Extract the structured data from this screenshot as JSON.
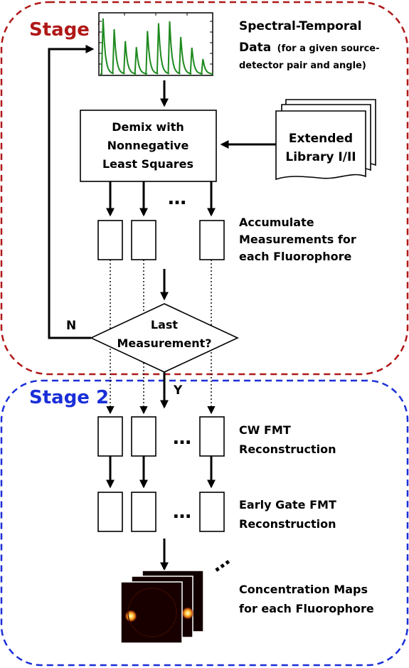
{
  "stage1": {
    "title": "Stage 1",
    "color": "#b01818"
  },
  "stage2": {
    "title": "Stage 2",
    "color": "#1a2fd8"
  },
  "data_label": {
    "line1": "Spectral-Temporal",
    "line2_bold": "Data",
    "line2_rest": "(for a given source-",
    "line3": "detector pair and angle)"
  },
  "demix": {
    "line1": "Demix with",
    "line2": "Nonnegative",
    "line3": "Least Squares"
  },
  "library": {
    "line1": "Extended",
    "line2": "Library I/II"
  },
  "accumulate": {
    "line1": "Accumulate",
    "line2": "Measurements for",
    "line3": "each Fluorophore"
  },
  "decision": {
    "line1": "Last",
    "line2": "Measurement?",
    "no_label": "N",
    "yes_label": "Y"
  },
  "cw": {
    "line1": "CW FMT",
    "line2": "Reconstruction"
  },
  "early": {
    "line1": "Early Gate FMT",
    "line2": "Reconstruction"
  },
  "maps": {
    "line1": "Concentration Maps",
    "line2": "for each Fluorophore"
  },
  "ellipsis": "…",
  "plot": {
    "line_color": "#1f8a1f",
    "peak_heights": [
      0.93,
      0.75,
      0.55,
      0.45,
      0.72,
      0.85,
      0.88,
      0.62,
      0.44,
      0.25
    ]
  },
  "icons": [
    "fluorescence-map-icon"
  ]
}
